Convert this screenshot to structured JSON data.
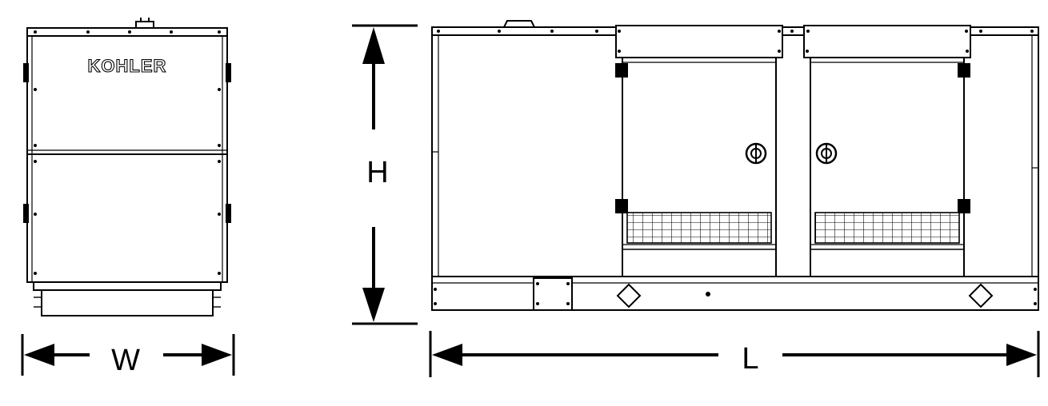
{
  "brand": {
    "logo_text": "KOHLER"
  },
  "dimensions": {
    "width_label": "W",
    "height_label": "H",
    "length_label": "L"
  }
}
